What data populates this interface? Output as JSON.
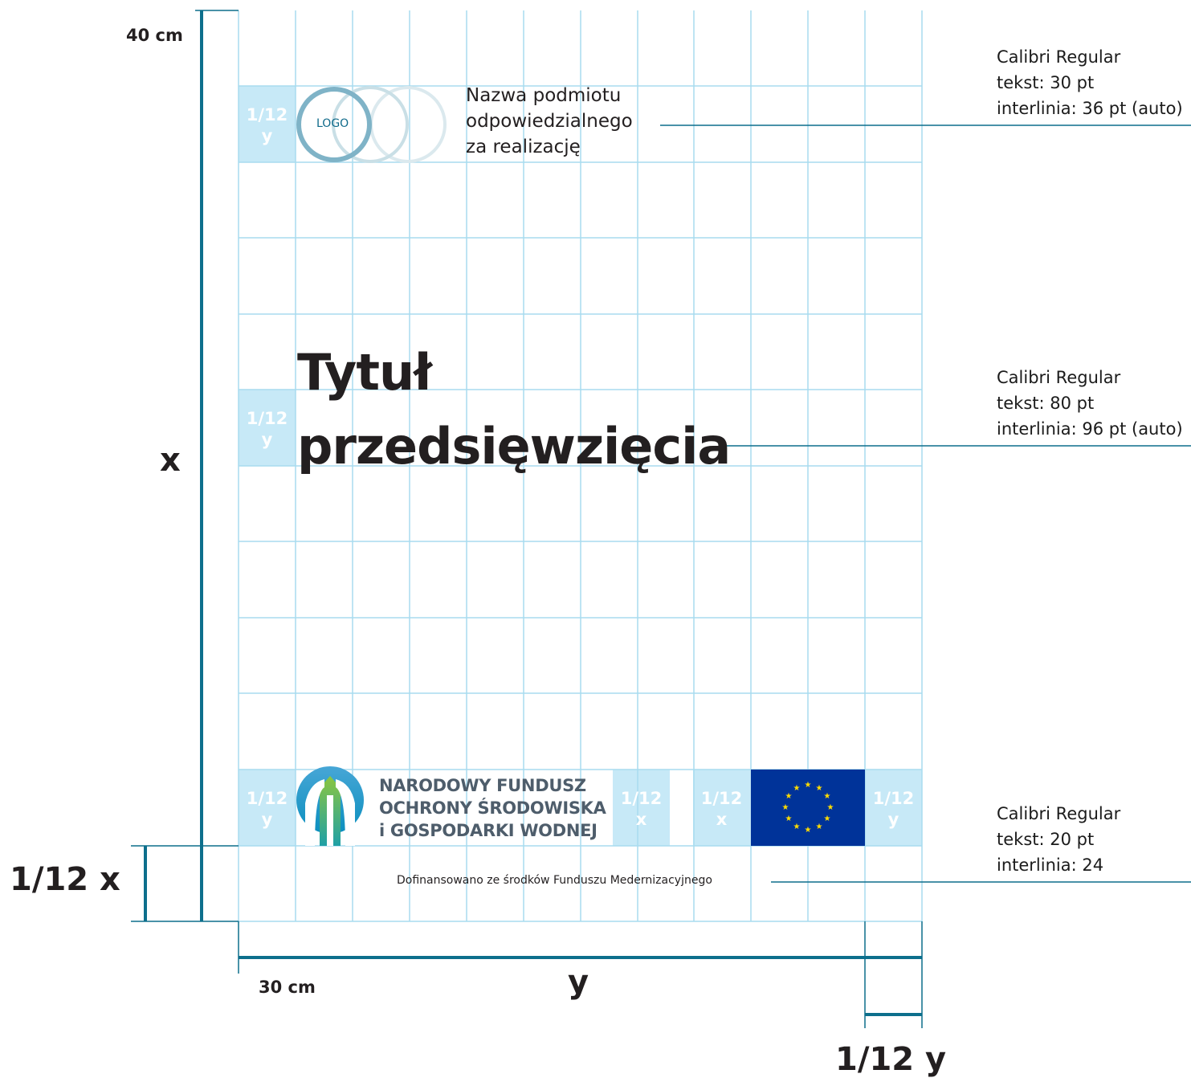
{
  "dimensions": {
    "height_cm": "40 cm",
    "width_cm": "30 cm",
    "x_label": "x",
    "y_label": "y",
    "fraction_x": "1/12 x",
    "fraction_y": "1/12 y"
  },
  "cell_labels": {
    "one_twelfth": "1/12",
    "y": "y",
    "x": "x"
  },
  "header": {
    "logo_placeholder": "LOGO",
    "entity_lines": [
      "Nazwa podmiotu",
      "odpowiedzialnego",
      "za realizację"
    ]
  },
  "title_lines": [
    "Tytuł",
    "przedsięwzięcia"
  ],
  "funder": {
    "lines": [
      "NARODOWY FUNDUSZ",
      "OCHRONY ŚRODOWISKA",
      "i GOSPODARKI WODNEJ"
    ]
  },
  "footer_note": "Dofinansowano ze środków Funduszu Medernizacyjnego",
  "specs": [
    {
      "font": "Calibri Regular",
      "size": "tekst: 30 pt",
      "leading": "interlinia: 36 pt (auto)"
    },
    {
      "font": "Calibri Regular",
      "size": "tekst: 80 pt",
      "leading": "interlinia: 96 pt (auto)"
    },
    {
      "font": "Calibri Regular",
      "size": "tekst: 20 pt",
      "leading": "interlinia: 24"
    }
  ],
  "colors": {
    "grid_line": "#a8dcef",
    "cell_fill": "#c7e9f7",
    "dimension_line": "#0d6f8c",
    "eu_blue": "#003399",
    "eu_star": "#ffdd00"
  }
}
